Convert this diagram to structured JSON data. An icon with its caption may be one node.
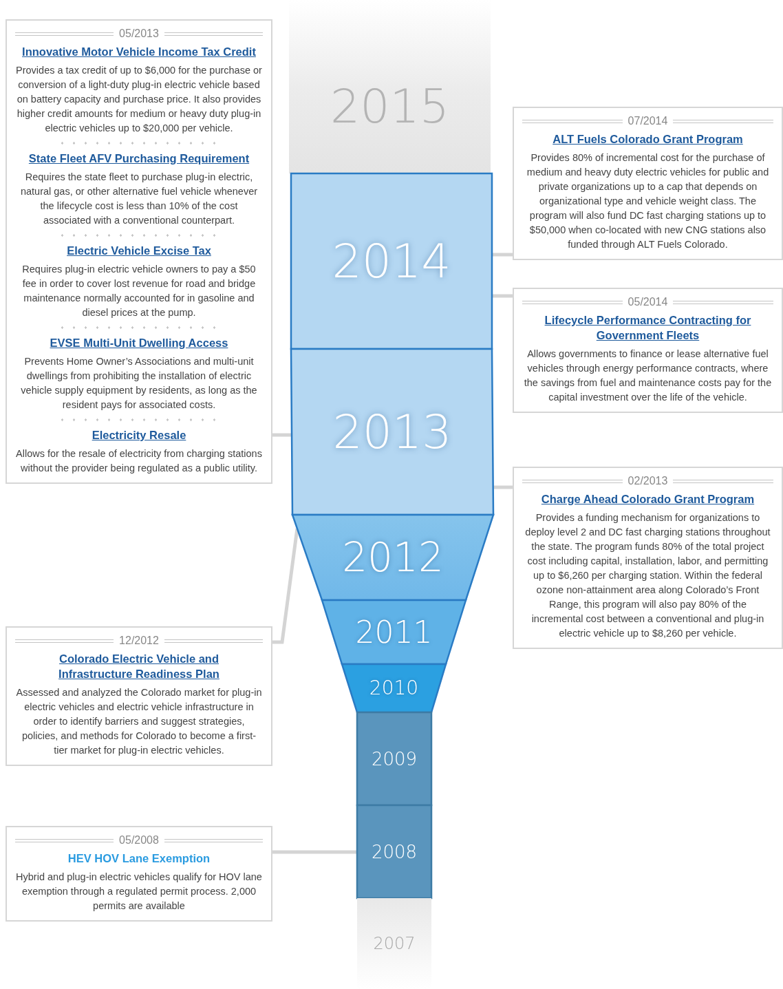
{
  "diagram": {
    "nodes": [
      {
        "text": [
          "2015"
        ]
      },
      {
        "text": [
          "2014"
        ]
      },
      {
        "text": [
          "2013"
        ]
      },
      {
        "text": [
          "2012"
        ]
      },
      {
        "text": [
          "2011"
        ]
      },
      {
        "text": [
          "2010"
        ]
      },
      {
        "text": [
          "2009"
        ]
      },
      {
        "text": [
          "2008"
        ]
      },
      {
        "text": [
          "2007"
        ]
      },
      {
        "text": [
          "05/2013",
          "Innovative Motor Vehicle Income Tax Credit",
          "Provides a tax credit of up to $6,000 for the purchase or conversion of a light-duty plug-in electric vehicle based on battery capacity and purchase price. It also provides higher credit amounts for medium or heavy duty plug-in electric vehicles up to $20,000 per vehicle.",
          "State Fleet AFV Purchasing Requirement",
          "Requires the state fleet to purchase plug-in electric, natural gas, or other alternative fuel vehicle whenever the lifecycle cost is less than 10% of the cost associated with a conventional counterpart.",
          "Electric Vehicle Excise Tax",
          "Requires plug-in electric vehicle owners to pay a $50 fee in order to cover lost revenue for road and bridge maintenance normally accounted for in gasoline and diesel prices at the pump.",
          "EVSE Multi-Unit Dwelling Access",
          "Prevents Home Owner’s Associations and multi-unit dwellings from prohibiting the installation of electric vehicle supply equipment by residents, as long as the resident pays for associated costs.",
          "Electricity Resale",
          "Allows for the resale of electricity from charging stations without the provider being regulated as a public utility."
        ]
      },
      {
        "text": [
          "07/2014",
          "ALT Fuels Colorado Grant Program",
          "Provides 80% of incremental cost for the purchase of medium and heavy duty electric vehicles for public and private organizations up to a cap that depends on organizational type and vehicle weight class. The program will also fund DC fast charging stations up to $50,000 when co-located with new CNG stations also funded through ALT Fuels Colorado."
        ]
      },
      {
        "text": [
          "05/2014",
          "Lifecycle Performance Contracting for Government Fleets",
          "Allows governments to finance or lease alternative fuel vehicles through energy performance contracts, where the savings from fuel and maintenance costs pay for the capital investment over the life of the vehicle."
        ]
      },
      {
        "text": [
          "02/2013",
          "Charge Ahead Colorado Grant Program",
          "Provides a funding mechanism for organizations to deploy level 2 and DC fast charging stations throughout the state. The program funds 80% of the total project cost including capital, installation, labor, and permitting up to $6,260 per charging station. Within the federal ozone non-attainment area along Colorado’s Front Range, this program will also pay 80% of the incremental cost between a conventional and plug-in electric vehicle up to $8,260 per vehicle."
        ]
      },
      {
        "text": [
          "12/2012",
          "Colorado Electric Vehicle and Infrastructure Readiness Plan",
          "Assessed and analyzed the Colorado market for plug-in electric vehicles and electric vehicle infrastructure in order to identify barriers and suggest strategies, policies, and methods for Colorado to become a first-tier market for plug-in electric vehicles."
        ]
      },
      {
        "text": [
          "05/2008",
          "HEV HOV Lane Exemption",
          "Hybrid and plug-in electric vehicles qualify for HOV lane exemption through a regulated permit process. 2,000 permits are available"
        ]
      }
    ],
    "edges": [
      {
        "from": 9,
        "to": 2,
        "arrow": "none"
      },
      {
        "from": 10,
        "to": 1,
        "arrow": "none"
      },
      {
        "from": 11,
        "to": 1,
        "arrow": "none"
      },
      {
        "from": 12,
        "to": 2,
        "arrow": "none"
      },
      {
        "from": 13,
        "to": 3,
        "arrow": "none"
      },
      {
        "from": 14,
        "to": 7,
        "arrow": "none"
      }
    ]
  }
}
